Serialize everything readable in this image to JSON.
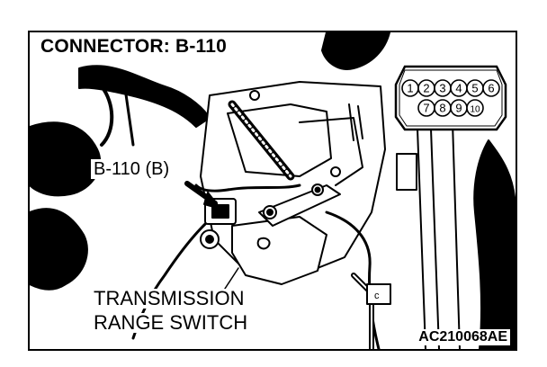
{
  "title": "CONNECTOR: B-110",
  "connector_label": "B-110 (B)",
  "component_label_line1": "TRANSMISSION",
  "component_label_line2": "RANGE SWITCH",
  "figure_code": "AC210068AE",
  "connector_pins": {
    "top_row": [
      "1",
      "2",
      "3",
      "4",
      "5",
      "6"
    ],
    "bottom_row": [
      "7",
      "8",
      "9",
      "10"
    ]
  },
  "small_tag": "c"
}
